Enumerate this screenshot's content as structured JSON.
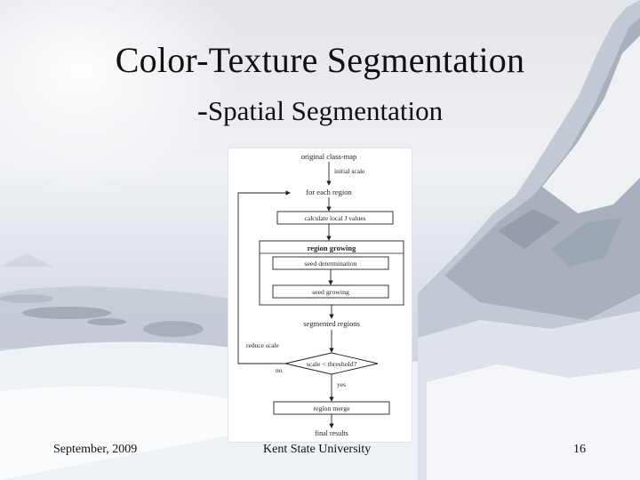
{
  "slide": {
    "title": "Color-Texture Segmentation",
    "subtitle_dash": "-",
    "subtitle": "Spatial Segmentation"
  },
  "flowchart": {
    "original_class_map": "original class-map",
    "initial_scale": "initial scale",
    "for_each_region": "for each region",
    "calculate_local_j_values": "calculate local J values",
    "region_growing": "region growing",
    "seed_determination": "seed determination",
    "seed_growing": "seed growing",
    "segmented_regions": "segmented regions",
    "reduce_scale": "reduce scale",
    "scale_threshold": "scale < threshold?",
    "no": "no",
    "yes": "yes",
    "region_merge": "region merge",
    "final_results": "final results"
  },
  "footer": {
    "date": "September, 2009",
    "institution": "Kent State University",
    "page_number": "16"
  }
}
